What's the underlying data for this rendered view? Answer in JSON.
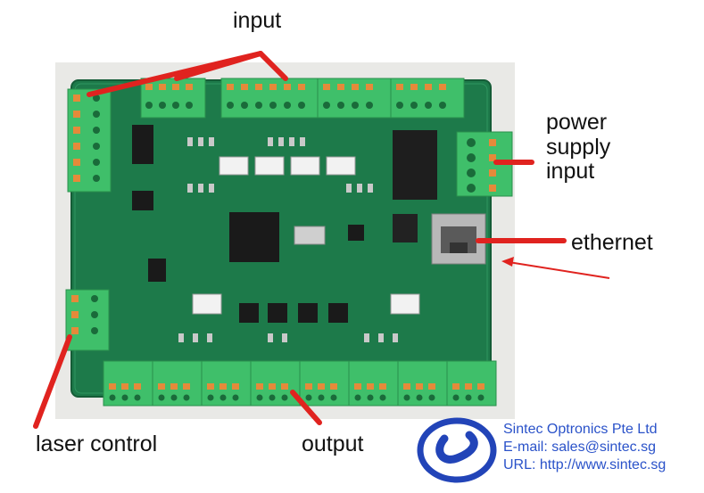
{
  "labels": {
    "input": "input",
    "power_supply_input": [
      "power",
      "supply",
      "input"
    ],
    "ethernet": "ethernet",
    "laser_control": "laser control",
    "output": "output"
  },
  "company": {
    "name": "Sintec Optronics Pte Ltd",
    "email": "E-mail: sales@sintec.sg",
    "url": "URL: http://www.sintec.sg"
  },
  "colors": {
    "board": "#1d7a4a",
    "connector": "#3fbf6a",
    "pointer": "#e0231f",
    "logo": "#2244b8",
    "company_text": "#2a52c9"
  }
}
